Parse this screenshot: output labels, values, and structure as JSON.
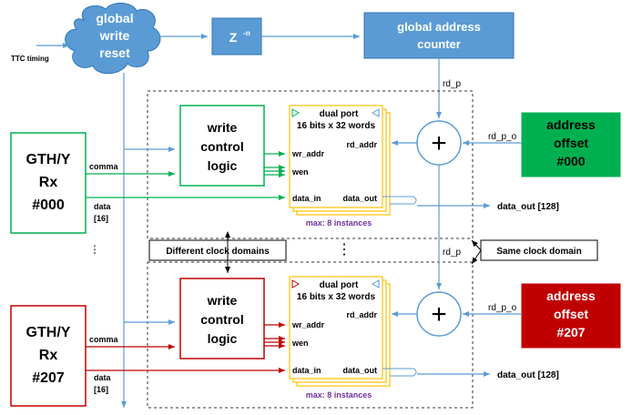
{
  "top": {
    "ttc_timing": "TTC timing",
    "global_reset": [
      "global",
      "write",
      "reset"
    ],
    "delay": "Z",
    "delay_sup": "-n",
    "global_counter": [
      "global address",
      "counter"
    ],
    "rd_p": "rd_p"
  },
  "channels": [
    {
      "gth": [
        "GTH/Y",
        "Rx",
        "#000"
      ],
      "comma": "comma",
      "data": "data",
      "data_width": "[16]",
      "wcl": [
        "write",
        "control",
        "logic"
      ],
      "mem_title": "dual port",
      "mem_size": "16 bits x 32 words",
      "rd_addr": "rd_addr",
      "wr_addr": "wr_addr",
      "wen": "wen",
      "data_in": "data_in",
      "data_out": "data_out",
      "instances": "max: 8 instances",
      "offset": [
        "address",
        "offset",
        "#000"
      ],
      "rd_p_o": "rd_p_o",
      "out": "data_out [128]",
      "plus": "+"
    },
    {
      "gth": [
        "GTH/Y",
        "Rx",
        "#207"
      ],
      "comma": "comma",
      "data": "data",
      "data_width": "[16]",
      "wcl": [
        "write",
        "control",
        "logic"
      ],
      "mem_title": "dual port",
      "mem_size": "16 bits x 32 words",
      "rd_addr": "rd_addr",
      "wr_addr": "wr_addr",
      "wen": "wen",
      "data_in": "data_in",
      "data_out": "data_out",
      "instances": "max: 8 instances",
      "offset": [
        "address",
        "offset",
        "#207"
      ],
      "rd_p_o": "rd_p_o",
      "out": "data_out [128]",
      "plus": "+"
    }
  ],
  "middle": {
    "diff_domains": "Different clock domains",
    "same_domain": "Same clock domain",
    "rd_p": "rd_p",
    "vdots_left": "⋮",
    "vdots_center": "⋮"
  },
  "colors": {
    "blue": "#5B9BD5",
    "blue_dark": "#2E75B6",
    "green": "#00B050",
    "red": "#C00000",
    "yellow": "#FFC000"
  }
}
